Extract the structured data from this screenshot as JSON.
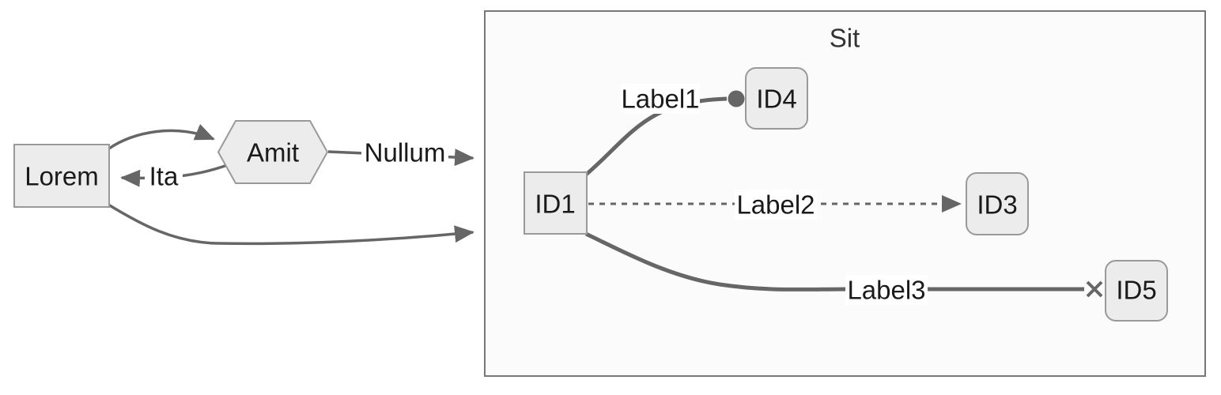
{
  "diagram": {
    "type": "flowchart",
    "direction": "left-to-right",
    "subgraph": {
      "title": "Sit"
    },
    "nodes": {
      "lorem": {
        "label": "Lorem",
        "shape": "rectangle"
      },
      "amit": {
        "label": "Amit",
        "shape": "hexagon"
      },
      "id1": {
        "label": "ID1",
        "shape": "square",
        "inside": "Sit"
      },
      "id4": {
        "label": "ID4",
        "shape": "rounded-rectangle",
        "inside": "Sit"
      },
      "id3": {
        "label": "ID3",
        "shape": "rounded-rectangle",
        "inside": "Sit"
      },
      "id5": {
        "label": "ID5",
        "shape": "rounded-rectangle",
        "inside": "Sit"
      }
    },
    "edges": [
      {
        "from": "Lorem",
        "to": "Amit",
        "label": "",
        "line": "solid",
        "arrowhead": "arrow"
      },
      {
        "from": "Amit",
        "to": "Lorem",
        "label": "Ita",
        "line": "solid",
        "arrowhead": "arrow"
      },
      {
        "from": "Amit",
        "to": "Sit",
        "label": "Nullum",
        "line": "solid",
        "arrowhead": "arrow"
      },
      {
        "from": "Lorem",
        "to": "Sit",
        "label": "",
        "line": "solid",
        "arrowhead": "arrow"
      },
      {
        "from": "ID1",
        "to": "ID4",
        "label": "Label1",
        "line": "thick",
        "arrowhead": "circle"
      },
      {
        "from": "ID1",
        "to": "ID3",
        "label": "Label2",
        "line": "dotted",
        "arrowhead": "arrow"
      },
      {
        "from": "ID1",
        "to": "ID5",
        "label": "Label3",
        "line": "thick",
        "arrowhead": "cross"
      }
    ],
    "colors": {
      "node_fill": "#ececec",
      "node_border": "#999999",
      "edge_stroke": "#666666",
      "subgraph_fill": "#fbfbfb",
      "subgraph_border": "#777777",
      "text": "#1a1a1a",
      "title_text": "#333333",
      "label_background": "#ffffff"
    }
  }
}
